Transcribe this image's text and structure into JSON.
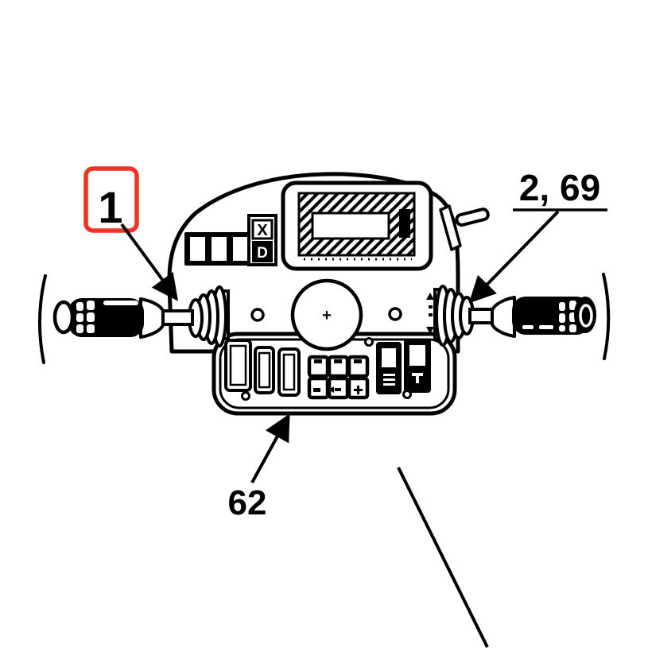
{
  "diagram": {
    "background_color": "#ffffff",
    "ink_color": "#000000",
    "highlight_color": "#ee3224",
    "callouts": [
      {
        "label": "1"
      },
      {
        "label": "2, 69"
      },
      {
        "label": "62"
      }
    ],
    "console": {
      "button_x_label": "X",
      "button_d_label": "D",
      "center_mark": "+"
    }
  }
}
